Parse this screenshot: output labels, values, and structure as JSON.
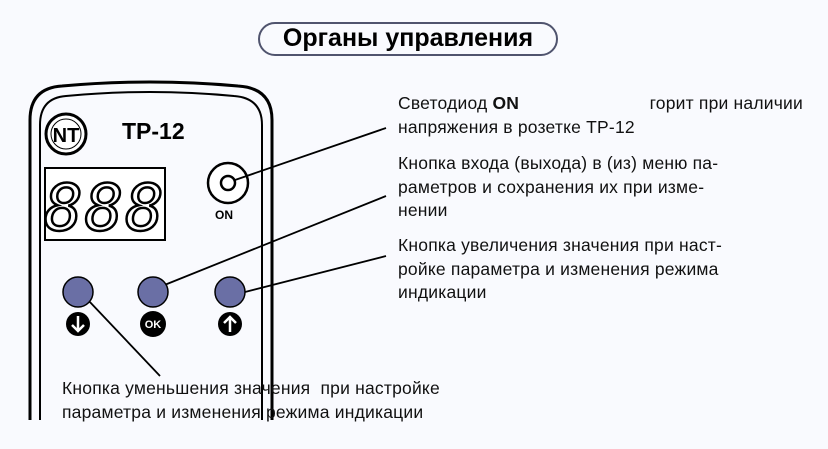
{
  "title": "Органы управления",
  "device": {
    "model": "TP-12",
    "logo": "NT",
    "display": "888",
    "led_label": "ON",
    "buttons": [
      {
        "name": "down",
        "icon": "arrow-down-icon"
      },
      {
        "name": "ok",
        "label": "OK"
      },
      {
        "name": "up",
        "icon": "arrow-up-icon"
      }
    ],
    "button_color": "#6a6fa5"
  },
  "annotations": {
    "led": [
      "Светодиод ",
      "ON",
      " горит при наличии",
      "напряжения в розетке TP-12"
    ],
    "ok": [
      "Кнопка входа (выхода) в (из) меню па-",
      "раметров и сохранения их при изме-",
      "нении"
    ],
    "up": [
      "Кнопка увеличения значения при наст-",
      "ройке параметра и изменения режима",
      "индикации"
    ],
    "down": [
      "Кнопка уменьшения значения  при настройке",
      "параметра и изменения режима индикации"
    ]
  }
}
